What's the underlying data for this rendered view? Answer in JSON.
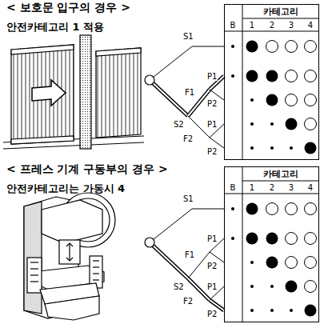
{
  "diagram": {
    "nodes": [
      {
        "text": [
          "카테고리"
        ]
      },
      {
        "text": [
          "카테고리"
        ]
      }
    ],
    "labels": [
      "< 보호문 입구의 경우 >",
      "안전카테고리 1 적용",
      "S1",
      "F1",
      "P1",
      "P2",
      "S2",
      "F2",
      "P1",
      "P2",
      "B",
      "1",
      "2",
      "3",
      "4",
      "< 프레스 기계 구동부의 경우 >",
      "안전카테고리는 가동시 4",
      "S1",
      "F1",
      "P1",
      "P2",
      "S2",
      "F2",
      "P1",
      "P2",
      "B",
      "1",
      "2",
      "3",
      "4"
    ]
  }
}
